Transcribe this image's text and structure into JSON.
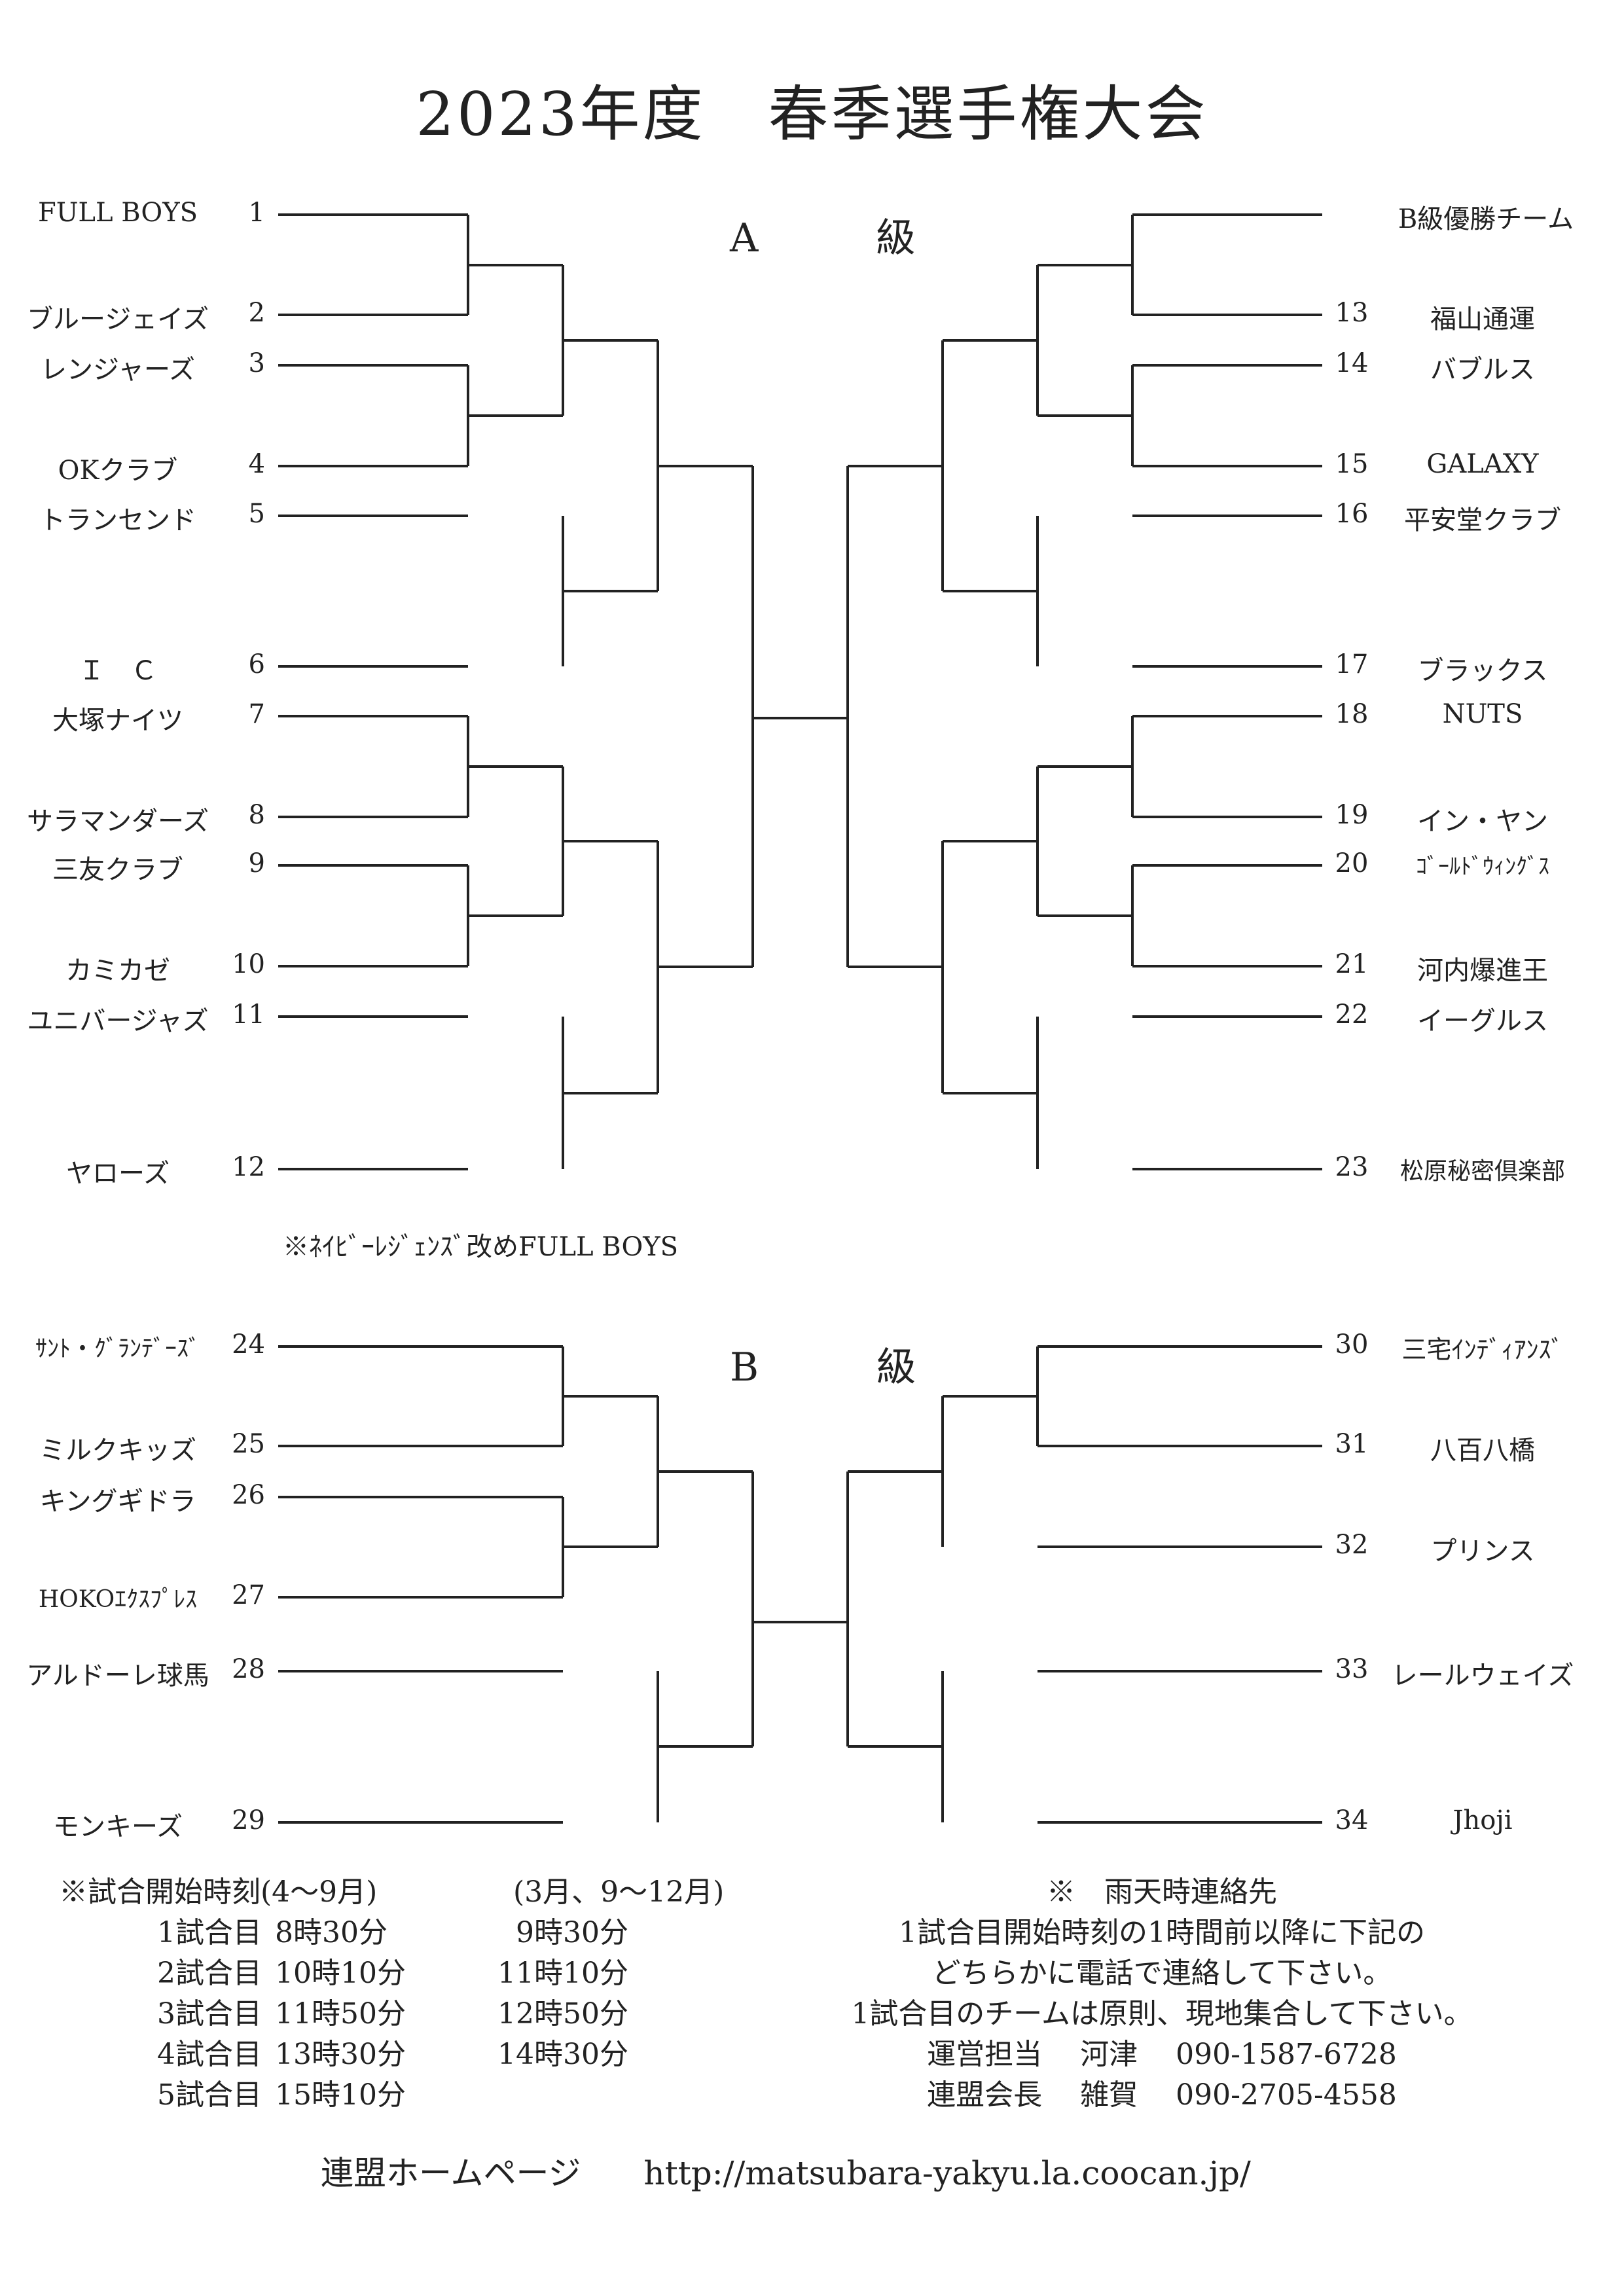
{
  "title": "2023年度　春季選手権大会",
  "a_class": {
    "label": "A　級",
    "left": [
      {
        "num": "1",
        "team": "FULL BOYS"
      },
      {
        "num": "2",
        "team": "ブルージェイズ"
      },
      {
        "num": "3",
        "team": "レンジャーズ"
      },
      {
        "num": "4",
        "team": "OKクラブ"
      },
      {
        "num": "5",
        "team": "トランセンド"
      },
      {
        "num": "6",
        "team": "Ｉ　Ｃ"
      },
      {
        "num": "7",
        "team": "大塚ナイツ"
      },
      {
        "num": "8",
        "team": "サラマンダーズ"
      },
      {
        "num": "9",
        "team": "三友クラブ"
      },
      {
        "num": "10",
        "team": "カミカゼ"
      },
      {
        "num": "11",
        "team": "ユニバージャズ"
      },
      {
        "num": "12",
        "team": "ヤローズ"
      }
    ],
    "right": [
      {
        "num": "",
        "team": "B級優勝チーム"
      },
      {
        "num": "13",
        "team": "福山通運"
      },
      {
        "num": "14",
        "team": "バブルス"
      },
      {
        "num": "15",
        "team": "GALAXY"
      },
      {
        "num": "16",
        "team": "平安堂クラブ"
      },
      {
        "num": "17",
        "team": "ブラックス"
      },
      {
        "num": "18",
        "team": "NUTS"
      },
      {
        "num": "19",
        "team": "イン・ヤン"
      },
      {
        "num": "20",
        "team": "ｺﾞｰﾙﾄﾞｳｨﾝｸﾞｽ"
      },
      {
        "num": "21",
        "team": "河内爆進王"
      },
      {
        "num": "22",
        "team": "イーグルス"
      },
      {
        "num": "23",
        "team": "松原秘密倶楽部"
      }
    ]
  },
  "notice": "※ﾈｲﾋﾞｰﾚｼﾞｪﾝｽﾞ改めFULL BOYS",
  "b_class": {
    "label": "B　級",
    "left": [
      {
        "num": "24",
        "team": "ｻﾝﾄ・ｸﾞﾗﾝﾃﾞｰｽﾞ"
      },
      {
        "num": "25",
        "team": "ミルクキッズ"
      },
      {
        "num": "26",
        "team": "キングギドラ"
      },
      {
        "num": "27",
        "team": "HOKOｴｸｽﾌﾟﾚｽ"
      },
      {
        "num": "28",
        "team": "アルドーレ球馬"
      },
      {
        "num": "29",
        "team": "モンキーズ"
      }
    ],
    "right": [
      {
        "num": "30",
        "team": "三宅ｲﾝﾃﾞｨｱﾝｽﾞ"
      },
      {
        "num": "31",
        "team": "八百八橋"
      },
      {
        "num": "32",
        "team": "プリンス"
      },
      {
        "num": "33",
        "team": "レールウェイズ"
      },
      {
        "num": "34",
        "team": "Jhoji"
      }
    ]
  },
  "schedule": {
    "header_main": "※試合開始時刻(4～9月)",
    "header_alt": "(3月、9～12月)",
    "rows": [
      {
        "label": "1試合目",
        "time_main": "8時30分",
        "time_alt": "9時30分"
      },
      {
        "label": "2試合目",
        "time_main": "10時10分",
        "time_alt": "11時10分"
      },
      {
        "label": "3試合目",
        "time_main": "11時50分",
        "time_alt": "12時50分"
      },
      {
        "label": "4試合目",
        "time_main": "13時30分",
        "time_alt": "14時30分"
      },
      {
        "label": "5試合目",
        "time_main": "15時10分",
        "time_alt": ""
      }
    ]
  },
  "contact": {
    "lines": [
      "※　雨天時連絡先",
      "1試合目開始時刻の1時間前以降に下記の",
      "どちらかに電話で連絡して下さい。",
      "1試合目のチームは原則、現地集合して下さい。",
      "運営担当　 河津　 090-1587-6728",
      "連盟会長　 雑賀　 090-2705-4558"
    ]
  },
  "footer": {
    "label": "連盟ホームページ",
    "url": "http://matsubara-yakyu.la.coocan.jp/"
  }
}
